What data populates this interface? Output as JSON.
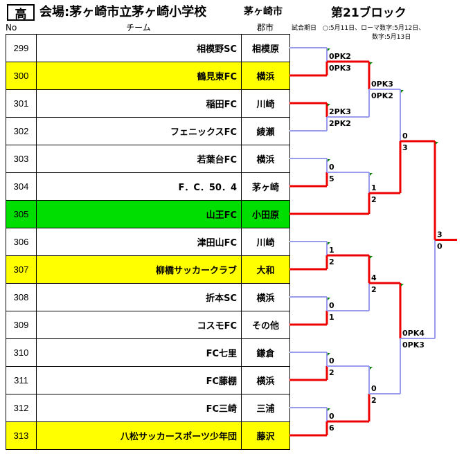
{
  "header": {
    "badge": "高",
    "venue": "会場:茅ヶ崎市立茅ヶ崎小学校",
    "city": "茅ヶ崎市",
    "block": "第21ブロック"
  },
  "columns": {
    "no": "No",
    "team": "チーム",
    "district": "郡市"
  },
  "note": {
    "line1": "試合期日　○:5月11日、ローマ数字:5月12日、",
    "line2": "数字:5月13日"
  },
  "colors": {
    "win": "#ee0000",
    "lose": "#9999ee",
    "highlight_yellow": "#ffff00",
    "highlight_green": "#00dd00"
  },
  "teams": [
    {
      "no": "299",
      "name": "相模野SC",
      "district": "相模原",
      "highlight": "none"
    },
    {
      "no": "300",
      "name": "鶴見東FC",
      "district": "横浜",
      "highlight": "yellow"
    },
    {
      "no": "301",
      "name": "稲田FC",
      "district": "川崎",
      "highlight": "none"
    },
    {
      "no": "302",
      "name": "フェニックスFC",
      "district": "綾瀬",
      "highlight": "none"
    },
    {
      "no": "303",
      "name": "若葉台FC",
      "district": "横浜",
      "highlight": "none"
    },
    {
      "no": "304",
      "name": "F．C．50．4",
      "district": "茅ヶ崎",
      "highlight": "none"
    },
    {
      "no": "305",
      "name": "山王FC",
      "district": "小田原",
      "highlight": "green"
    },
    {
      "no": "306",
      "name": "津田山FC",
      "district": "川崎",
      "highlight": "none"
    },
    {
      "no": "307",
      "name": "柳橋サッカークラブ",
      "district": "大和",
      "highlight": "yellow"
    },
    {
      "no": "308",
      "name": "折本SC",
      "district": "横浜",
      "highlight": "none"
    },
    {
      "no": "309",
      "name": "コスモFC",
      "district": "その他",
      "highlight": "none"
    },
    {
      "no": "310",
      "name": "FC七里",
      "district": "鎌倉",
      "highlight": "none"
    },
    {
      "no": "311",
      "name": "FC藤棚",
      "district": "横浜",
      "highlight": "none"
    },
    {
      "no": "312",
      "name": "FC三崎",
      "district": "三浦",
      "highlight": "none"
    },
    {
      "no": "313",
      "name": "八松サッカースポーツ少年団",
      "district": "藤沢",
      "highlight": "yellow"
    }
  ],
  "matches": [
    {
      "id": "r1a",
      "round": 1,
      "a": 0,
      "b": 1,
      "winner": "b",
      "score_a": "0PK2",
      "score_b": "0PK3"
    },
    {
      "id": "r1b",
      "round": 1,
      "a": 2,
      "b": 3,
      "winner": "a",
      "score_a": "2PK3",
      "score_b": "2PK2"
    },
    {
      "id": "r1c",
      "round": 1,
      "a": 4,
      "b": 5,
      "winner": "b",
      "score_a": "0",
      "score_b": "5"
    },
    {
      "id": "r1d",
      "round": 1,
      "a": 7,
      "b": 8,
      "winner": "b",
      "score_a": "1",
      "score_b": "2"
    },
    {
      "id": "r1e",
      "round": 1,
      "a": 9,
      "b": 10,
      "winner": "b",
      "score_a": "0",
      "score_b": "1"
    },
    {
      "id": "r1f",
      "round": 1,
      "a": 11,
      "b": 12,
      "winner": "b",
      "score_a": "0",
      "score_b": "2"
    },
    {
      "id": "r1g",
      "round": 1,
      "a": 13,
      "b": 14,
      "winner": "b",
      "score_a": "0",
      "score_b": "6"
    },
    {
      "id": "r2a",
      "round": 2,
      "a": "r1a",
      "b": "r1b",
      "winner": "a",
      "score_a": "0PK3",
      "score_b": "0PK2"
    },
    {
      "id": "r2b",
      "round": 2,
      "a": "r1c",
      "b": 6,
      "winner": "b",
      "score_a": "1",
      "score_b": "2"
    },
    {
      "id": "r2c",
      "round": 2,
      "a": "r1d",
      "b": "r1e",
      "winner": "a",
      "score_a": "4",
      "score_b": "2"
    },
    {
      "id": "r2d",
      "round": 2,
      "a": "r1f",
      "b": "r1g",
      "winner": "b",
      "score_a": "0",
      "score_b": "2"
    },
    {
      "id": "r3a",
      "round": 3,
      "a": "r2a",
      "b": "r2b",
      "winner": "b",
      "score_a": "0",
      "score_b": "3"
    },
    {
      "id": "r3b",
      "round": 3,
      "a": "r2c",
      "b": "r2d",
      "winner": "a",
      "score_a": "0PK4",
      "score_b": "0PK3"
    },
    {
      "id": "final",
      "round": 4,
      "a": "r3a",
      "b": "r3b",
      "winner": "a",
      "score_a": "3",
      "score_b": "0"
    }
  ]
}
